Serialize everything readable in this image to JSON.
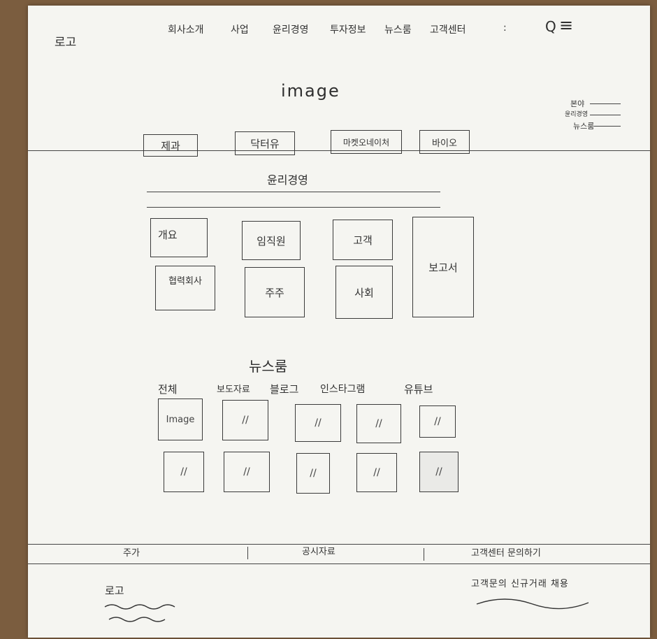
{
  "header": {
    "logo": "로고",
    "nav": [
      "회사소개",
      "사업",
      "윤리경영",
      "투자정보",
      "뉴스룸",
      "고객센터"
    ],
    "lang": ":",
    "search_icon": "Q",
    "menu_icon": "≡"
  },
  "hero": {
    "image_label": "image",
    "side_menu": [
      "본야",
      "윤리경영",
      "뉴스룸"
    ],
    "buttons": [
      "제과",
      "닥터유",
      "마켓오네이처",
      "바이오"
    ]
  },
  "ethics": {
    "title": "윤리경영",
    "cards": [
      "개요",
      "임직원",
      "고객",
      "보고서",
      "협력회사",
      "주주",
      "사회"
    ]
  },
  "newsroom": {
    "title": "뉴스룸",
    "tabs": [
      "전체",
      "보도자료",
      "블로그",
      "인스타그램",
      "유튜브"
    ],
    "first_thumb_label": "Image",
    "thumb_mark": "//"
  },
  "footer_bar": {
    "items": [
      "주가",
      "공시자료",
      "고객센터 문의하기"
    ]
  },
  "footer": {
    "logo": "로고",
    "links": "고객문의 신규거래 채용"
  }
}
